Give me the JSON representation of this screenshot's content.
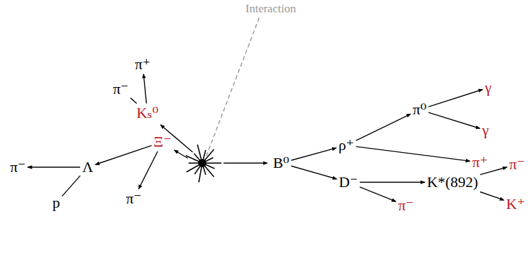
{
  "diagram": {
    "nodes": [
      {
        "text": [
          "π⁺"
        ]
      },
      {
        "text": [
          "π⁻"
        ]
      },
      {
        "text": [
          "Kₛ⁰"
        ]
      },
      {
        "text": [
          "γ"
        ]
      },
      {
        "text": [
          "π⁰"
        ]
      },
      {
        "text": [
          "ρ⁺"
        ]
      },
      {
        "text": [
          "γ"
        ]
      },
      {
        "text": [
          "π⁺"
        ]
      },
      {
        "text": [
          "B⁰"
        ]
      },
      {
        "text": [
          "D⁻"
        ]
      },
      {
        "text": [
          "K*(892)"
        ]
      },
      {
        "text": [
          "π⁻"
        ]
      },
      {
        "text": [
          "Ξ⁻"
        ]
      },
      {
        "text": [
          "π⁻"
        ]
      },
      {
        "text": [
          "Λ"
        ]
      },
      {
        "text": [
          "π⁻"
        ]
      },
      {
        "text": [
          "K⁺"
        ]
      },
      {
        "text": [
          "p"
        ]
      },
      {
        "text": [
          "π⁻"
        ]
      }
    ],
    "edges": [
      {
        "from": 2,
        "to": 0,
        "arrow": "to"
      },
      {
        "from": 2,
        "to": 1,
        "arrow": "none"
      },
      {
        "from": 8,
        "to": 5,
        "arrow": "to"
      },
      {
        "from": 8,
        "to": 9,
        "arrow": "to"
      },
      {
        "from": 5,
        "to": 4,
        "arrow": "to"
      },
      {
        "from": 5,
        "to": 7,
        "arrow": "to"
      },
      {
        "from": 4,
        "to": 3,
        "arrow": "to"
      },
      {
        "from": 4,
        "to": 6,
        "arrow": "to"
      },
      {
        "from": 9,
        "to": 10,
        "arrow": "to"
      },
      {
        "from": 9,
        "to": 15,
        "arrow": "to"
      },
      {
        "from": 10,
        "to": 11,
        "arrow": "to"
      },
      {
        "from": 10,
        "to": 16,
        "arrow": "to"
      },
      {
        "from": 12,
        "to": 14,
        "arrow": "to"
      },
      {
        "from": 12,
        "to": 18,
        "arrow": "to"
      },
      {
        "from": 14,
        "to": 13,
        "arrow": "to"
      },
      {
        "from": 14,
        "to": 17,
        "arrow": "none"
      }
    ],
    "labels": [
      "Interaction"
    ]
  }
}
